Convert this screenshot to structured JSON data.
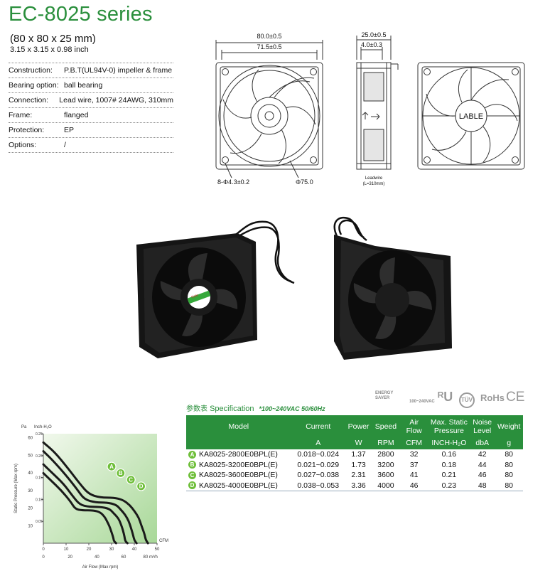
{
  "header": {
    "title": "EC-8025 series",
    "dims_mm": "(80 x 80 x 25 mm)",
    "dims_inch": "3.15 x 3.15 x 0.98 inch"
  },
  "properties": [
    {
      "label": "Construction:",
      "value": "P.B.T(UL94V-0) impeller & frame"
    },
    {
      "label": "Bearing option:",
      "value": "ball bearing"
    },
    {
      "label": "Connection:",
      "value": "Lead wire, 1007# 24AWG, 310mm"
    },
    {
      "label": "Frame:",
      "value": "flanged"
    },
    {
      "label": "Protection:",
      "value": "EP"
    },
    {
      "label": "Options:",
      "value": "/"
    }
  ],
  "drawing": {
    "front": {
      "dim_outer": "80.0±0.5",
      "dim_inner": "71.5±0.5",
      "hole_label": "8-Φ4.3±0.2",
      "dia_label": "Φ75.0"
    },
    "side": {
      "dim_depth": "25.0±0.5",
      "dim_flange": "4.0±0.3",
      "leadwire": "Leadwire",
      "leadwire_len": "(L=310mm)"
    },
    "back": {
      "label": "LABLE"
    }
  },
  "photo": {
    "label_text": "Kale"
  },
  "certifications": {
    "energy": "ENERGY SAVER",
    "volt": "100~240VAC",
    "ul": "ᴿU",
    "tuv": "TÜV",
    "rohs": "RoHs",
    "ce": "CE"
  },
  "spec": {
    "title_cn": "参数表",
    "title_en": "Specification",
    "voltage": "*100~240VAC 50/60Hz",
    "columns": [
      {
        "name": "Model",
        "unit": ""
      },
      {
        "name": "Current",
        "unit": "A"
      },
      {
        "name": "Power",
        "unit": "W"
      },
      {
        "name": "Speed",
        "unit": "RPM"
      },
      {
        "name": "Air Flow",
        "unit": "CFM"
      },
      {
        "name": "Max. Static Pressure",
        "unit": "INCH-H₂O"
      },
      {
        "name": "Noise Level",
        "unit": "dbA"
      },
      {
        "name": "Weight",
        "unit": "g"
      }
    ],
    "rows": [
      {
        "badge": "A",
        "model": "KA8025-2800E0BPL(E)",
        "current": "0.018~0.024",
        "power": "1.37",
        "speed": "2800",
        "airflow": "32",
        "pressure": "0.16",
        "noise": "42",
        "weight": "80"
      },
      {
        "badge": "B",
        "model": "KA8025-3200E0BPL(E)",
        "current": "0.021~0.029",
        "power": "1.73",
        "speed": "3200",
        "airflow": "37",
        "pressure": "0.18",
        "noise": "44",
        "weight": "80"
      },
      {
        "badge": "C",
        "model": "KA8025-3600E0BPL(E)",
        "current": "0.027~0.038",
        "power": "2.31",
        "speed": "3600",
        "airflow": "41",
        "pressure": "0.21",
        "noise": "46",
        "weight": "80"
      },
      {
        "badge": "D",
        "model": "KA8025-4000E0BPL(E)",
        "current": "0.038~0.053",
        "power": "3.36",
        "speed": "4000",
        "airflow": "46",
        "pressure": "0.23",
        "noise": "48",
        "weight": "80"
      }
    ]
  },
  "chart_data": {
    "type": "line",
    "xlabel": "Air Flow (Max rpm)",
    "ylabel": "Static Pressure (Max rpm)",
    "y_left_unit": "Pa",
    "y_right_unit": "Inch-H₂O",
    "x_unit_top": "CFM",
    "x_unit_bottom": "m³/h",
    "x_cfm_ticks": [
      "0",
      "10",
      "20",
      "30",
      "40",
      "50"
    ],
    "x_m3h_ticks": [
      "0",
      "20",
      "40",
      "60",
      "80 m³/h"
    ],
    "y_pa_ticks": [
      "10",
      "20",
      "30",
      "40",
      "50",
      "60"
    ],
    "y_inch_ticks": [
      "0.05",
      "0.10",
      "0.15",
      "0.20",
      "0.25"
    ],
    "xlim": [
      0,
      50
    ],
    "ylim": [
      0,
      0.25
    ],
    "series": [
      {
        "name": "A",
        "x": [
          0,
          3,
          8,
          12,
          14,
          17,
          22,
          25,
          27,
          28,
          29,
          30,
          30.8,
          31,
          32
        ],
        "y": [
          0.16,
          0.145,
          0.12,
          0.095,
          0.078,
          0.075,
          0.075,
          0.071,
          0.06,
          0.05,
          0.04,
          0.025,
          0.012,
          0.005,
          0
        ]
      },
      {
        "name": "B",
        "x": [
          0,
          4,
          9,
          13,
          16,
          20,
          25,
          29,
          31,
          33,
          34,
          35,
          35.7,
          36,
          37
        ],
        "y": [
          0.18,
          0.16,
          0.135,
          0.107,
          0.088,
          0.083,
          0.083,
          0.079,
          0.068,
          0.057,
          0.045,
          0.03,
          0.015,
          0.005,
          0
        ]
      },
      {
        "name": "C",
        "x": [
          0,
          4,
          10,
          15,
          18,
          23,
          28,
          32,
          34,
          36,
          37.5,
          38.5,
          39.5,
          40,
          41
        ],
        "y": [
          0.21,
          0.19,
          0.155,
          0.122,
          0.1,
          0.093,
          0.093,
          0.088,
          0.077,
          0.065,
          0.051,
          0.036,
          0.018,
          0.007,
          0
        ]
      },
      {
        "name": "D",
        "x": [
          0,
          5,
          11,
          16,
          20,
          25,
          31,
          35,
          38,
          40,
          42,
          43,
          44.5,
          45,
          46
        ],
        "y": [
          0.23,
          0.208,
          0.17,
          0.136,
          0.112,
          0.104,
          0.104,
          0.099,
          0.087,
          0.074,
          0.058,
          0.042,
          0.021,
          0.008,
          0
        ]
      }
    ],
    "badges": [
      {
        "name": "A",
        "x": 30,
        "y": 0.175
      },
      {
        "name": "B",
        "x": 34,
        "y": 0.16
      },
      {
        "name": "C",
        "x": 38.5,
        "y": 0.145
      },
      {
        "name": "D",
        "x": 43,
        "y": 0.13
      }
    ],
    "grid": false
  }
}
